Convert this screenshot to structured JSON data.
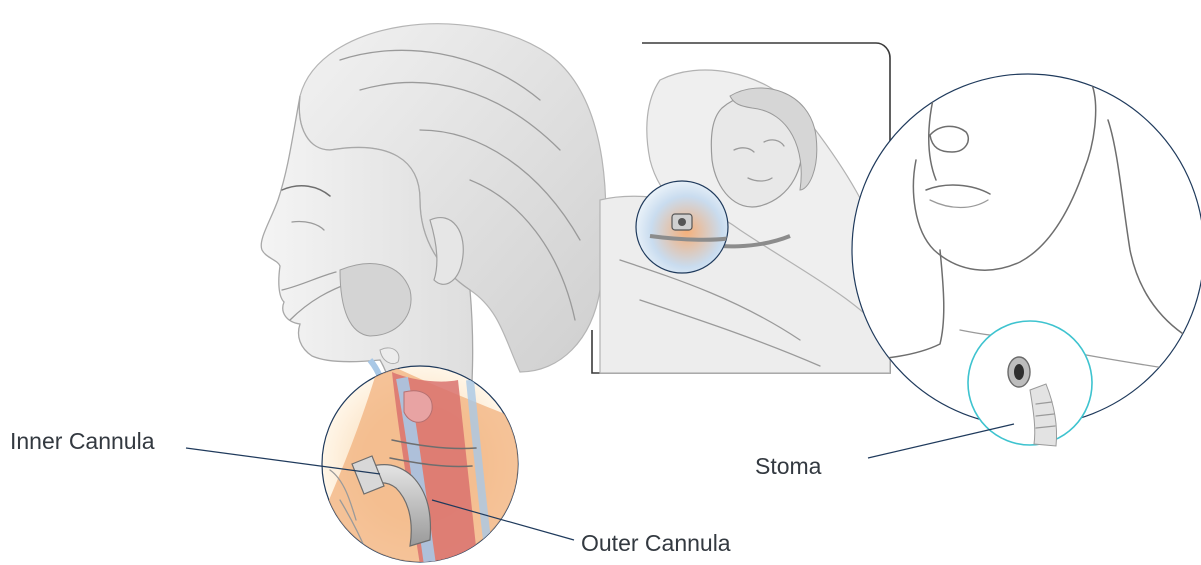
{
  "labels": {
    "inner_cannula": "Inner Cannula",
    "outer_cannula": "Outer Cannula",
    "stoma": "Stoma"
  },
  "colors": {
    "leader_line": "#1f3a5c",
    "tissue_orange": "#f2b27e",
    "trachea_red": "#d9726e",
    "airway_blue": "#a9c8e6",
    "closeup_circle": "#1f3a5c",
    "stoma_highlight": "#3ec3cf"
  }
}
